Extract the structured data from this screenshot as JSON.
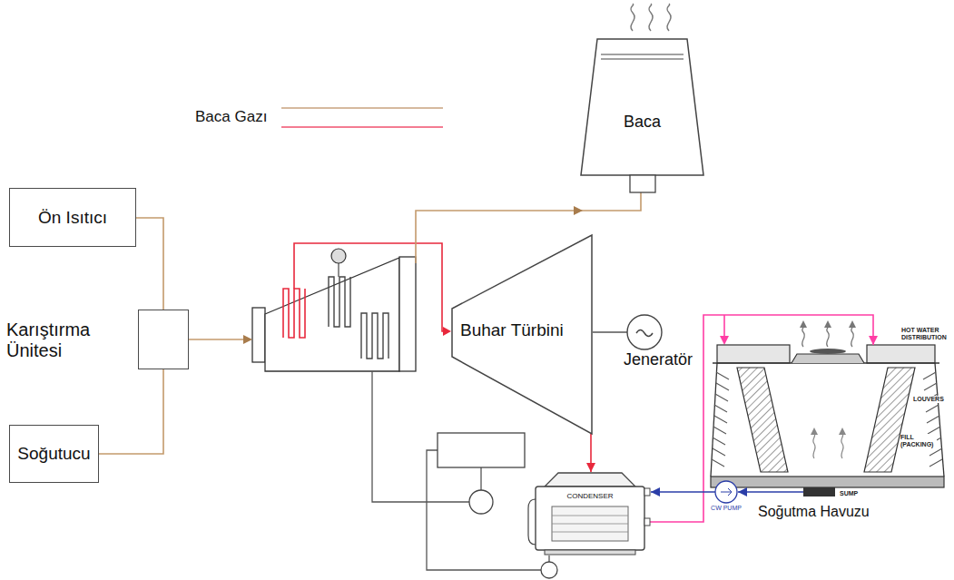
{
  "diagram": {
    "nodes": [
      {
        "text": [
          "Ön Isıtıcı"
        ]
      },
      {
        "text": [
          "Karıştırma Ünitesi"
        ]
      },
      {
        "text": [
          "Soğutucu"
        ]
      },
      {
        "text": [
          "Baca"
        ]
      },
      {
        "text": [
          "Buhar Türbini"
        ]
      },
      {
        "text": [
          "Jeneratör"
        ]
      },
      {
        "text": [
          "CONDENSER"
        ]
      },
      {
        "text": [
          "CW PUMP"
        ]
      },
      {
        "text": [
          "Soğutma Havuzu"
        ]
      }
    ],
    "edges": [
      {
        "from": 0,
        "to": 1,
        "arrow": "none"
      },
      {
        "from": 2,
        "to": 1,
        "arrow": "none"
      },
      {
        "from": 4,
        "to": 5,
        "arrow": "none"
      },
      {
        "from": 4,
        "to": 6,
        "arrow": "to"
      },
      {
        "from": 6,
        "to": 8,
        "arrow": "to"
      },
      {
        "from": 8,
        "to": 7,
        "arrow": "to"
      },
      {
        "from": 7,
        "to": 6,
        "arrow": "to"
      }
    ],
    "labels": [
      "HOT WATER DISTRIBUTION",
      "LOUVERS",
      "FILL (PACKING)",
      "SUMP"
    ],
    "legend": [
      {
        "text": "Baca Gazı"
      }
    ]
  }
}
